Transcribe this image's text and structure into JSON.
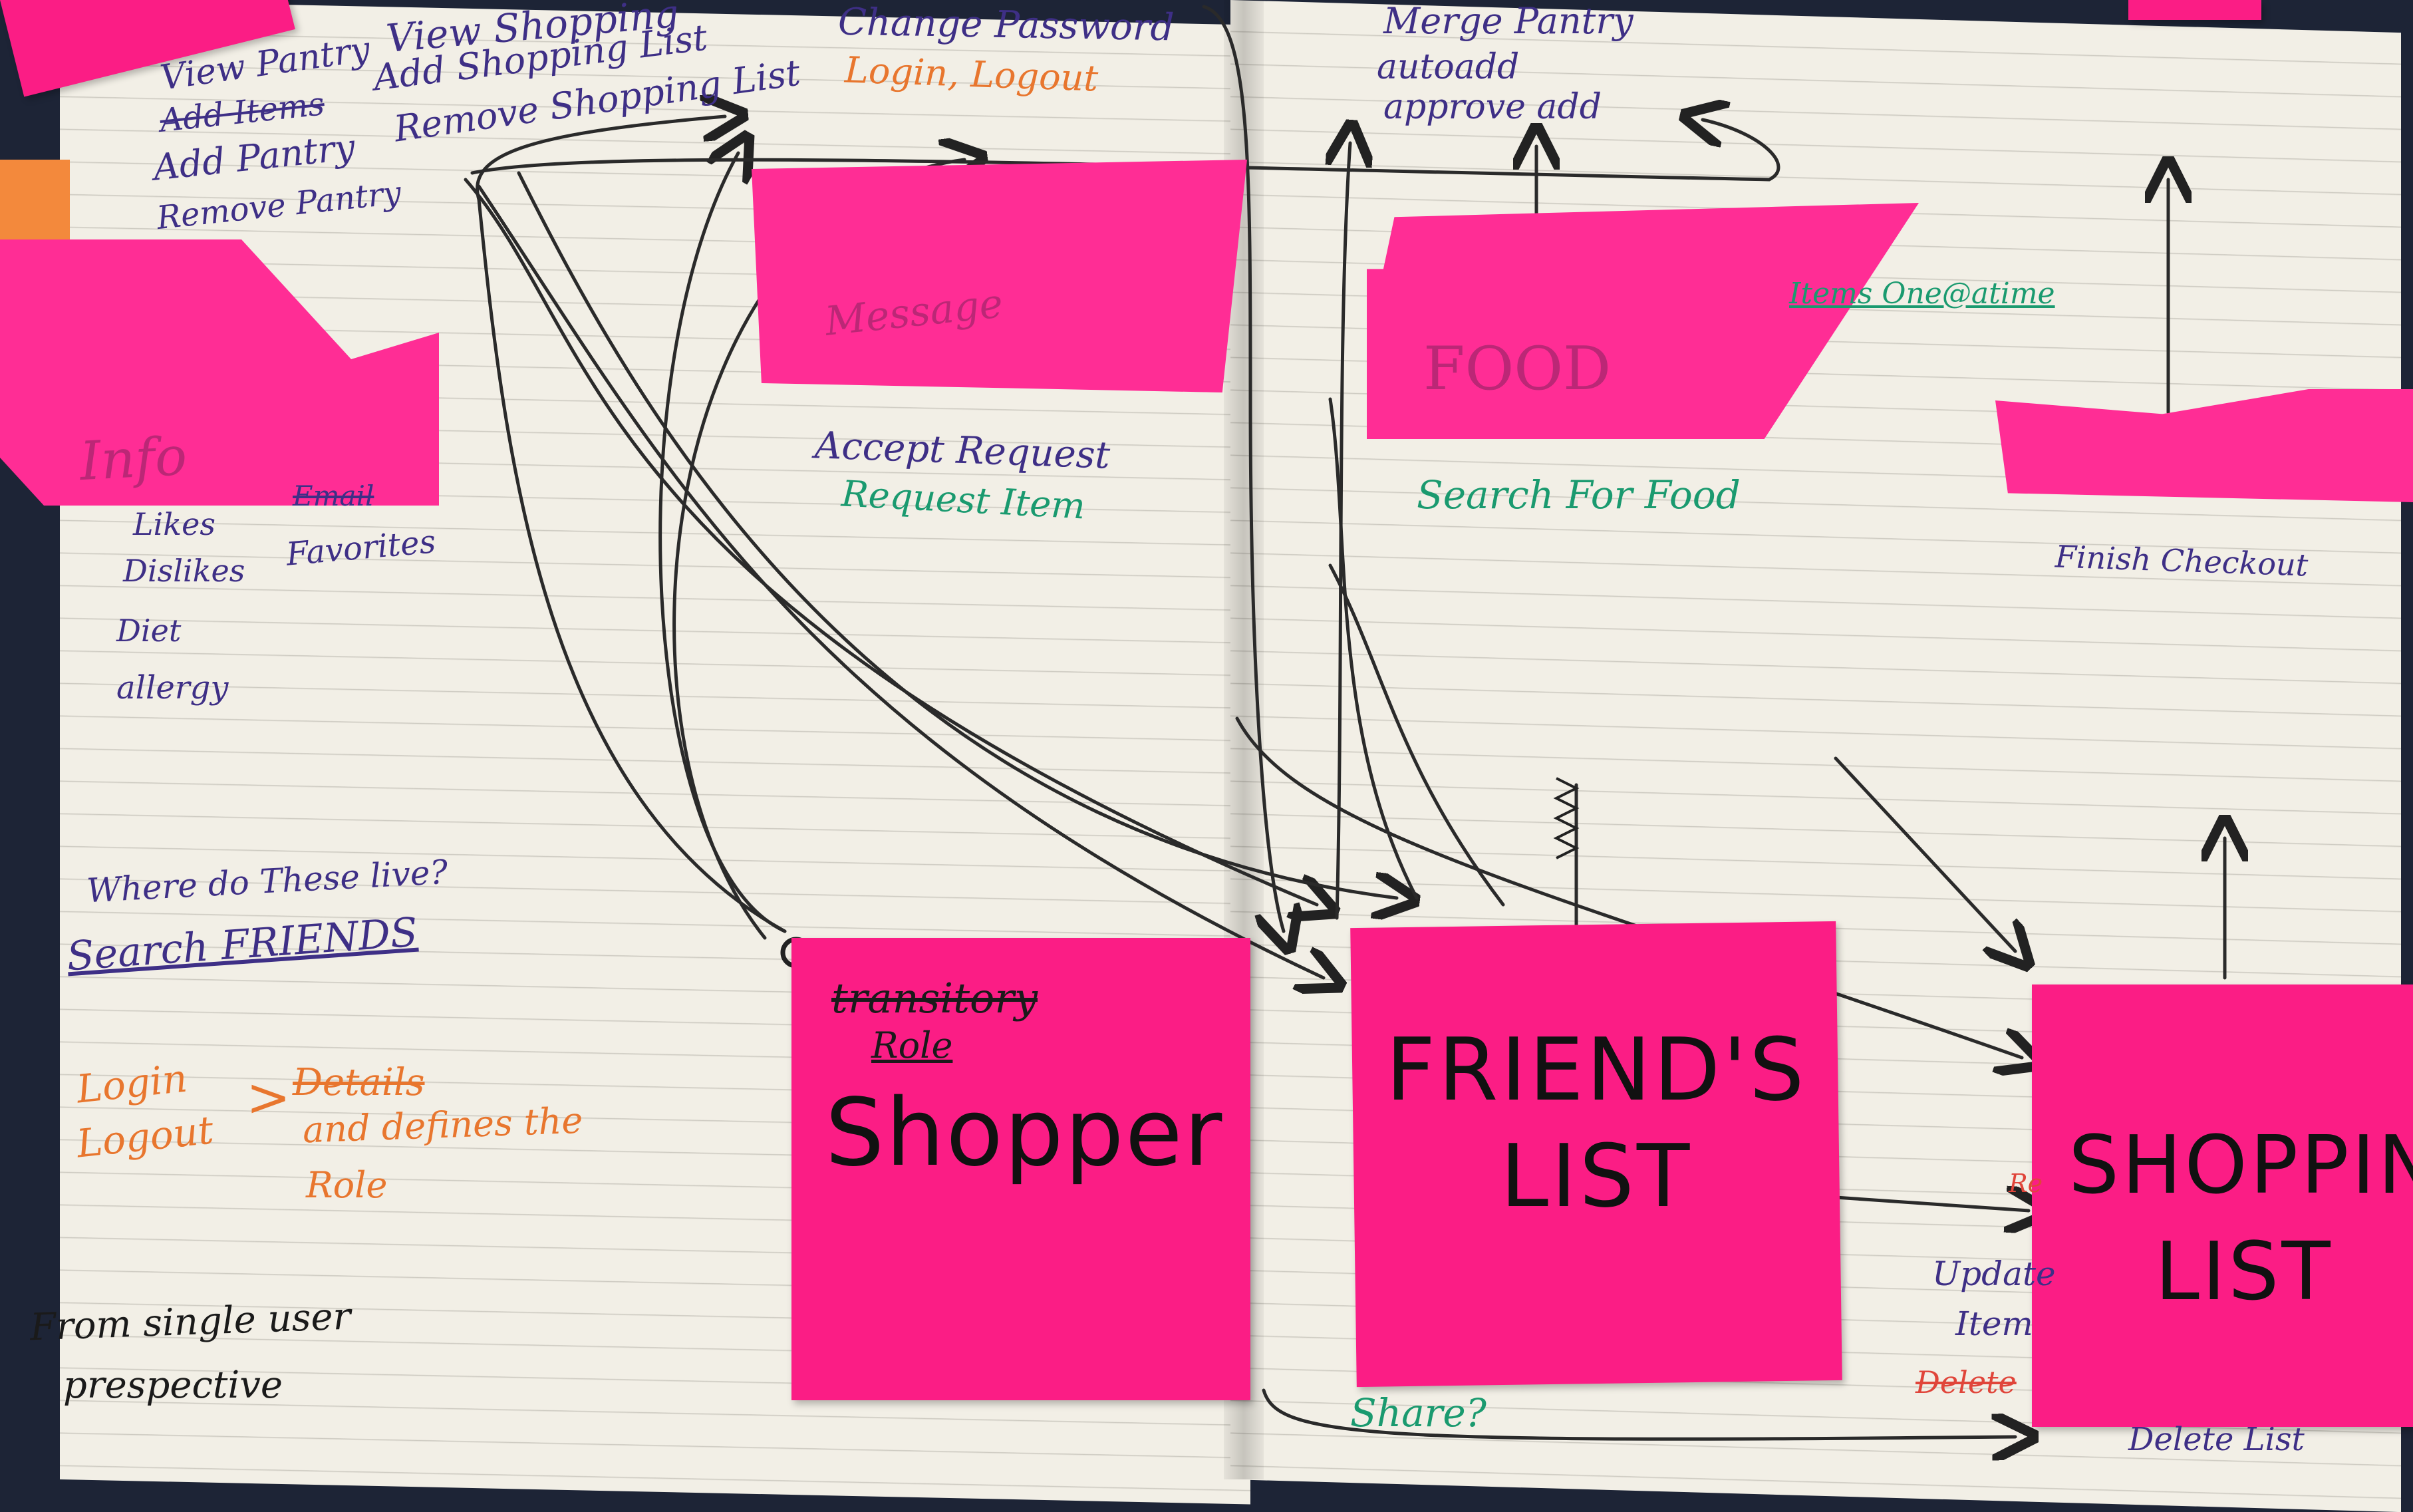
{
  "notebook": {
    "left_top": {
      "row1": [
        "View Pantry",
        "View Shopping"
      ],
      "row2_crossed": "Add Items",
      "row2": "Add Shopping List",
      "row3": [
        "Add Pantry",
        "Remove Shopping List"
      ],
      "row4": "Remove Pantry"
    },
    "center_top": {
      "line1": "Change Password",
      "line2": "Login, Logout"
    },
    "right_top": {
      "line1": "Merge Pantry",
      "line2": "autoadd",
      "line3": "approve add"
    },
    "tab_notes": {
      "tab1": "Message",
      "tab2": "FOOD",
      "tab3": "Info"
    },
    "left_mid": {
      "items": [
        "Likes",
        "Dislikes",
        "Diet",
        "allergy"
      ],
      "crossed": "Email",
      "favorites": "Favorites"
    },
    "center_mid": {
      "line1": "Accept Request",
      "line2": "Request Item"
    },
    "right_mid": {
      "search": "Search For Food",
      "items_one": "Items One@atime",
      "finish": "Finish Checkout"
    },
    "left_bottom": {
      "question": "Where do These live?",
      "search_friends": "Search FRIENDS",
      "login": "Login",
      "logout": "Logout",
      "arrow": ">",
      "crossed": "Details",
      "defines": "and defines the",
      "role": "Role",
      "single_user": "From single user",
      "perspective": "prespective"
    },
    "shopper_note": {
      "crossed": "transitory",
      "role": "Role",
      "title": "Shopper"
    },
    "friends_note": {
      "line1": "FRIEND'S",
      "line2": "LIST"
    },
    "shopping_note": {
      "line1": "SHOPPING",
      "line2": "LIST"
    },
    "right_bottom": {
      "update": "Update",
      "item": "Item",
      "crossed": "Delete",
      "delete_list": "Delete List",
      "question": "Share?",
      "re": "Re"
    }
  },
  "colors": {
    "sticky": "#fb1d85",
    "paper": "#f2efe6",
    "ink_purple": "#3e2f86",
    "ink_orange": "#e8762e",
    "ink_green": "#1a9a6f"
  }
}
